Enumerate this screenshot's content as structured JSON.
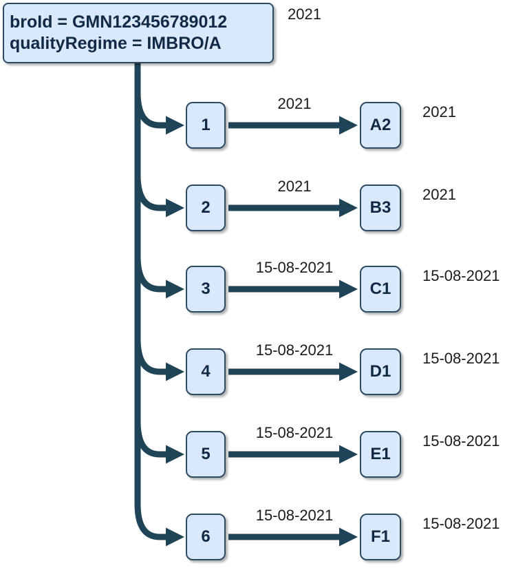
{
  "root": {
    "line1": "broId = GMN123456789012",
    "line2": "qualityRegime = IMBRO/A",
    "year_label": "2021"
  },
  "rows": [
    {
      "node": "1",
      "edge_label": "2021",
      "target": "A2",
      "right_label": "2021"
    },
    {
      "node": "2",
      "edge_label": "2021",
      "target": "B3",
      "right_label": "2021"
    },
    {
      "node": "3",
      "edge_label": "15-08-2021",
      "target": "C1",
      "right_label": "15-08-2021"
    },
    {
      "node": "4",
      "edge_label": "15-08-2021",
      "target": "D1",
      "right_label": "15-08-2021"
    },
    {
      "node": "5",
      "edge_label": "15-08-2021",
      "target": "E1",
      "right_label": "15-08-2021"
    },
    {
      "node": "6",
      "edge_label": "15-08-2021",
      "target": "F1",
      "right_label": "15-08-2021"
    }
  ],
  "colors": {
    "node_fill": "#dae8fc",
    "node_border": "#2d4a63",
    "connector": "#1f4458",
    "node_text": "#102a43",
    "label_text": "#1a1a1a"
  }
}
